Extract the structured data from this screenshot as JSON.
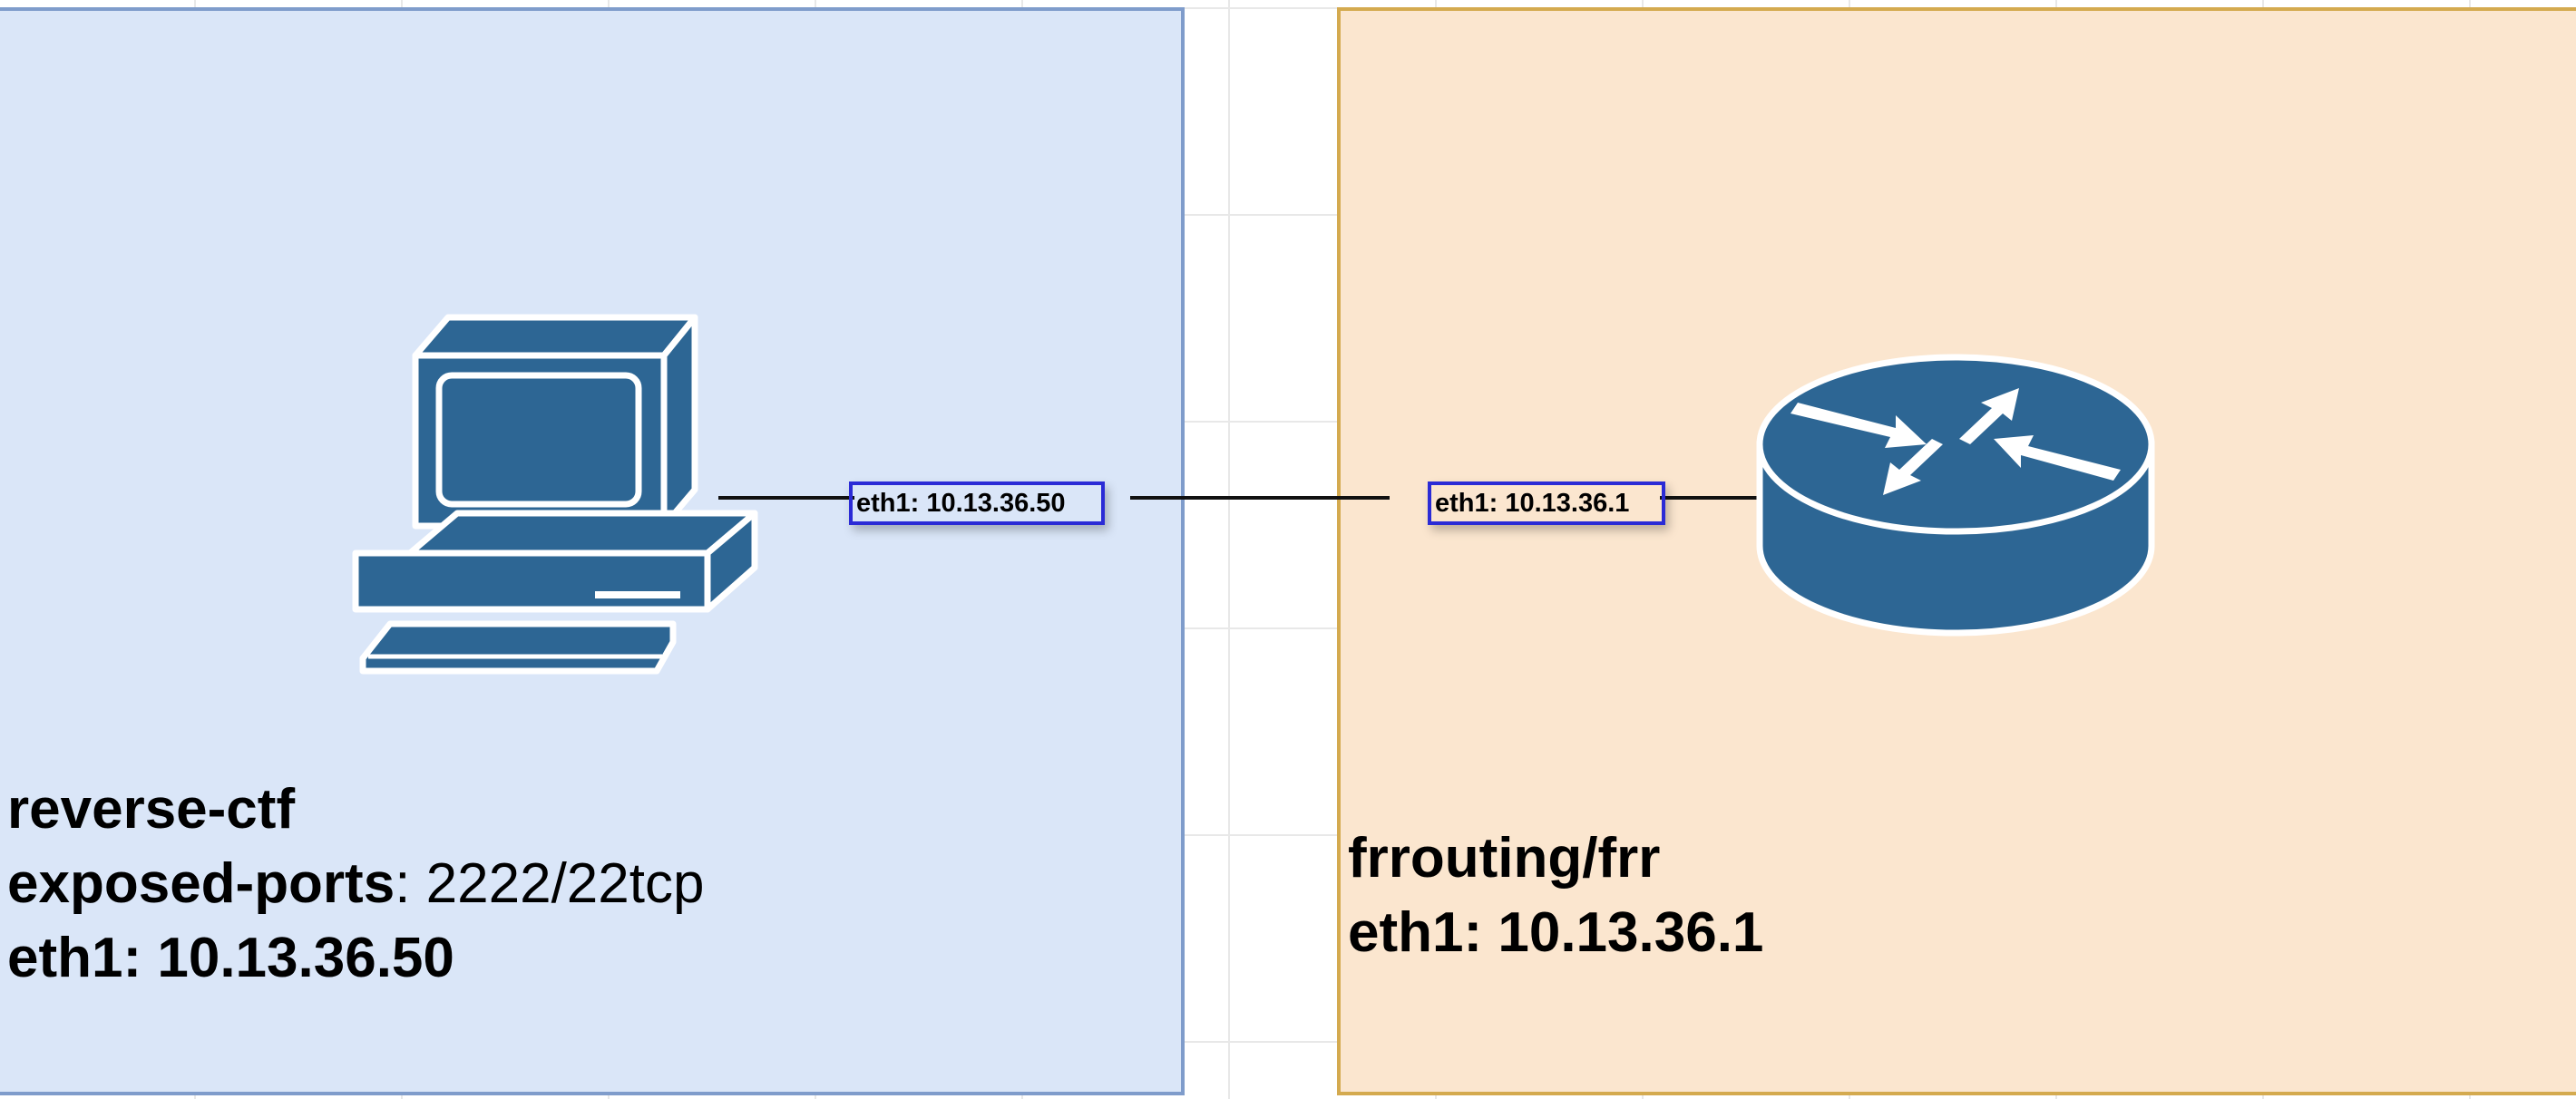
{
  "diagram": {
    "nodes": [
      {
        "id": "pc",
        "icon": "workstation-icon",
        "name": "reverse-ctf",
        "ports_key": "exposed-ports",
        "ports_value": ": 2222/22tcp",
        "iface_line": "eth1: 10.13.36.50"
      },
      {
        "id": "router",
        "icon": "router-icon",
        "name": "frrouting/frr",
        "iface_line": "eth1: 10.13.36.1"
      }
    ],
    "link": {
      "from_label": "eth1: 10.13.36.50",
      "to_label": "eth1: 10.13.36.1"
    },
    "colors": {
      "left_zone_fill": "#dae6f8",
      "left_zone_border": "#7f9ccb",
      "right_zone_fill": "#fbe6cf",
      "right_zone_border": "#d4aa4f",
      "icon_fill": "#2d6694",
      "label_border": "#2b2bd6"
    }
  }
}
